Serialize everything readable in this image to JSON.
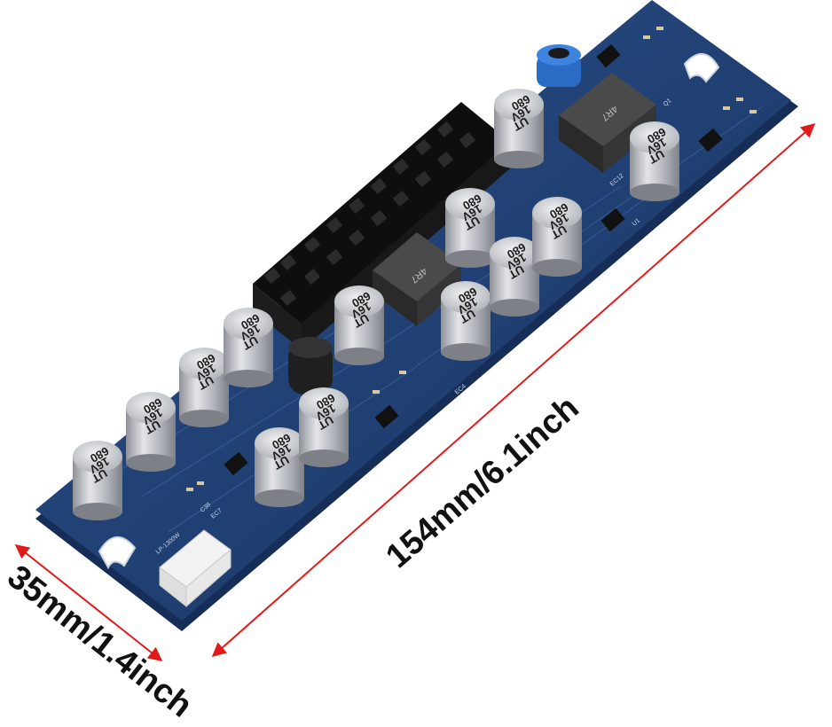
{
  "dimensions": {
    "length_label": "154mm/6.1inch",
    "width_label": "35mm/1.4inch"
  },
  "capacitor_marking": {
    "value": "680",
    "voltage": "16V",
    "brand": "UT"
  },
  "inductor_marking": "4R7",
  "connector_marking": "LP-1300W",
  "silkscreen": {
    "ec4": "EC4",
    "ec7": "EC7",
    "ec12": "EC12",
    "q1": "Q1",
    "u1": "U1",
    "c38": "C38"
  },
  "colors": {
    "pcb": "#1f3f73",
    "pcb_edge": "#162e57",
    "capacitor": "#b9bcc2",
    "connector": "#111111",
    "inductor": "#3a3a3a",
    "arrow": "#e01b1b",
    "jumper_blue": "#2a6cc4"
  }
}
